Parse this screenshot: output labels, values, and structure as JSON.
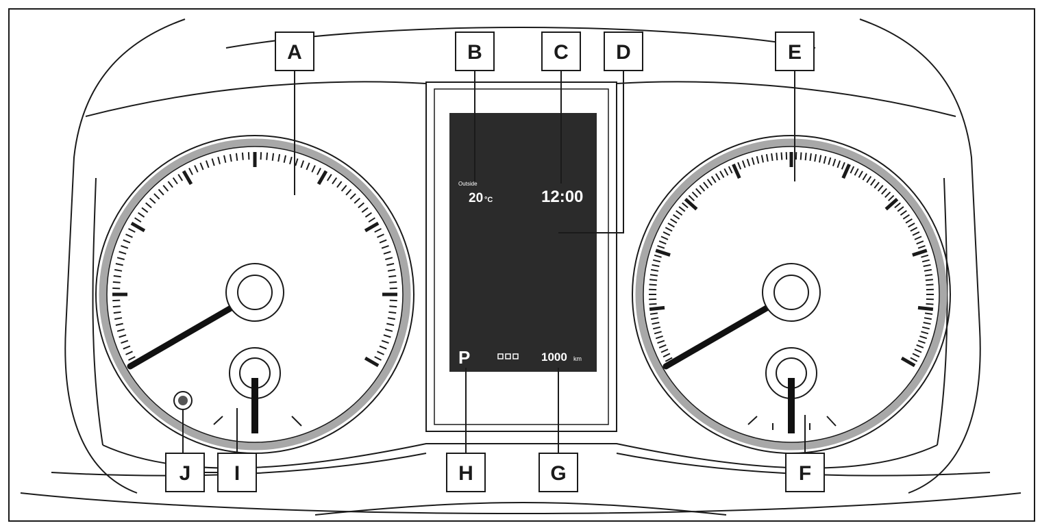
{
  "colors": {
    "line": "#1a1a1a",
    "bezel_ring": "#a8a8a8",
    "display_bg": "#2b2b2b",
    "display_text": "#ffffff",
    "needle": "#111111"
  },
  "display": {
    "outside_label": "Outside",
    "outside_temp": "20",
    "temp_unit": "°C",
    "clock": "12:00",
    "gear": "P",
    "odometer_value": "1000",
    "odometer_unit": "km"
  },
  "callouts": {
    "A": "A",
    "B": "B",
    "C": "C",
    "D": "D",
    "E": "E",
    "F": "F",
    "G": "G",
    "H": "H",
    "I": "I",
    "J": "J"
  }
}
